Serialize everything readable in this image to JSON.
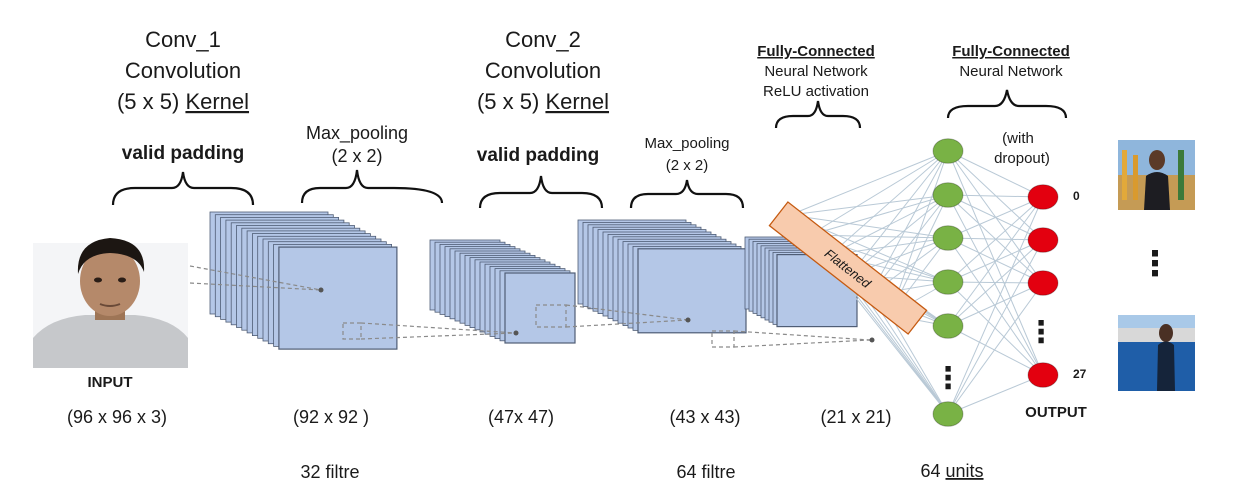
{
  "colors": {
    "layer_fill": "#b4c7e7",
    "layer_stroke": "#4f5d75",
    "hidden_node": "#79b245",
    "output_node": "#e3000f",
    "flatten_fill": "#f8cbad",
    "flatten_stroke": "#c55a11",
    "connection": "#b9c9d6"
  },
  "stages": {
    "conv1": {
      "title": "Conv_1",
      "subtitle": "Convolution",
      "kernel_prefix": "(5 x 5) ",
      "kernel_word": "Kernel",
      "padding": "valid padding"
    },
    "pool1": {
      "title": "Max_pooling",
      "size": "(2 x 2)"
    },
    "conv2": {
      "title": "Conv_2",
      "subtitle": "Convolution",
      "kernel_prefix": "(5 x 5) ",
      "kernel_word": "Kernel",
      "padding": "valid padding"
    },
    "pool2": {
      "title": "Max_pooling",
      "size": "(2 x 2)"
    },
    "fc1": {
      "title": "Fully-Connected",
      "line1": "Neural Network",
      "line2": "ReLU activation"
    },
    "fc2": {
      "title": "Fully-Connected",
      "line1": "Neural Network",
      "dropout1": "(with",
      "dropout2": "dropout)"
    }
  },
  "flatten_label": "Flattened",
  "input_label": "INPUT",
  "output_label": "OUTPUT",
  "output_indices": {
    "first": "0",
    "last": "27"
  },
  "ellipsis": "⋮",
  "dims": {
    "input": "(96 x 96 x 3)",
    "conv1": "(92 x 92 )",
    "pool1": "(47x 47)",
    "conv2": "(43 x 43)",
    "pool2": "(21 x 21)"
  },
  "filters": {
    "conv1": "32 filtre",
    "conv2": "64 filtre",
    "fc": "64 units"
  },
  "icons": {
    "input_photo": "person-portrait-icon",
    "output_photo_top": "person-outdoor-photo-icon",
    "output_photo_bottom": "person-waterfront-photo-icon"
  }
}
